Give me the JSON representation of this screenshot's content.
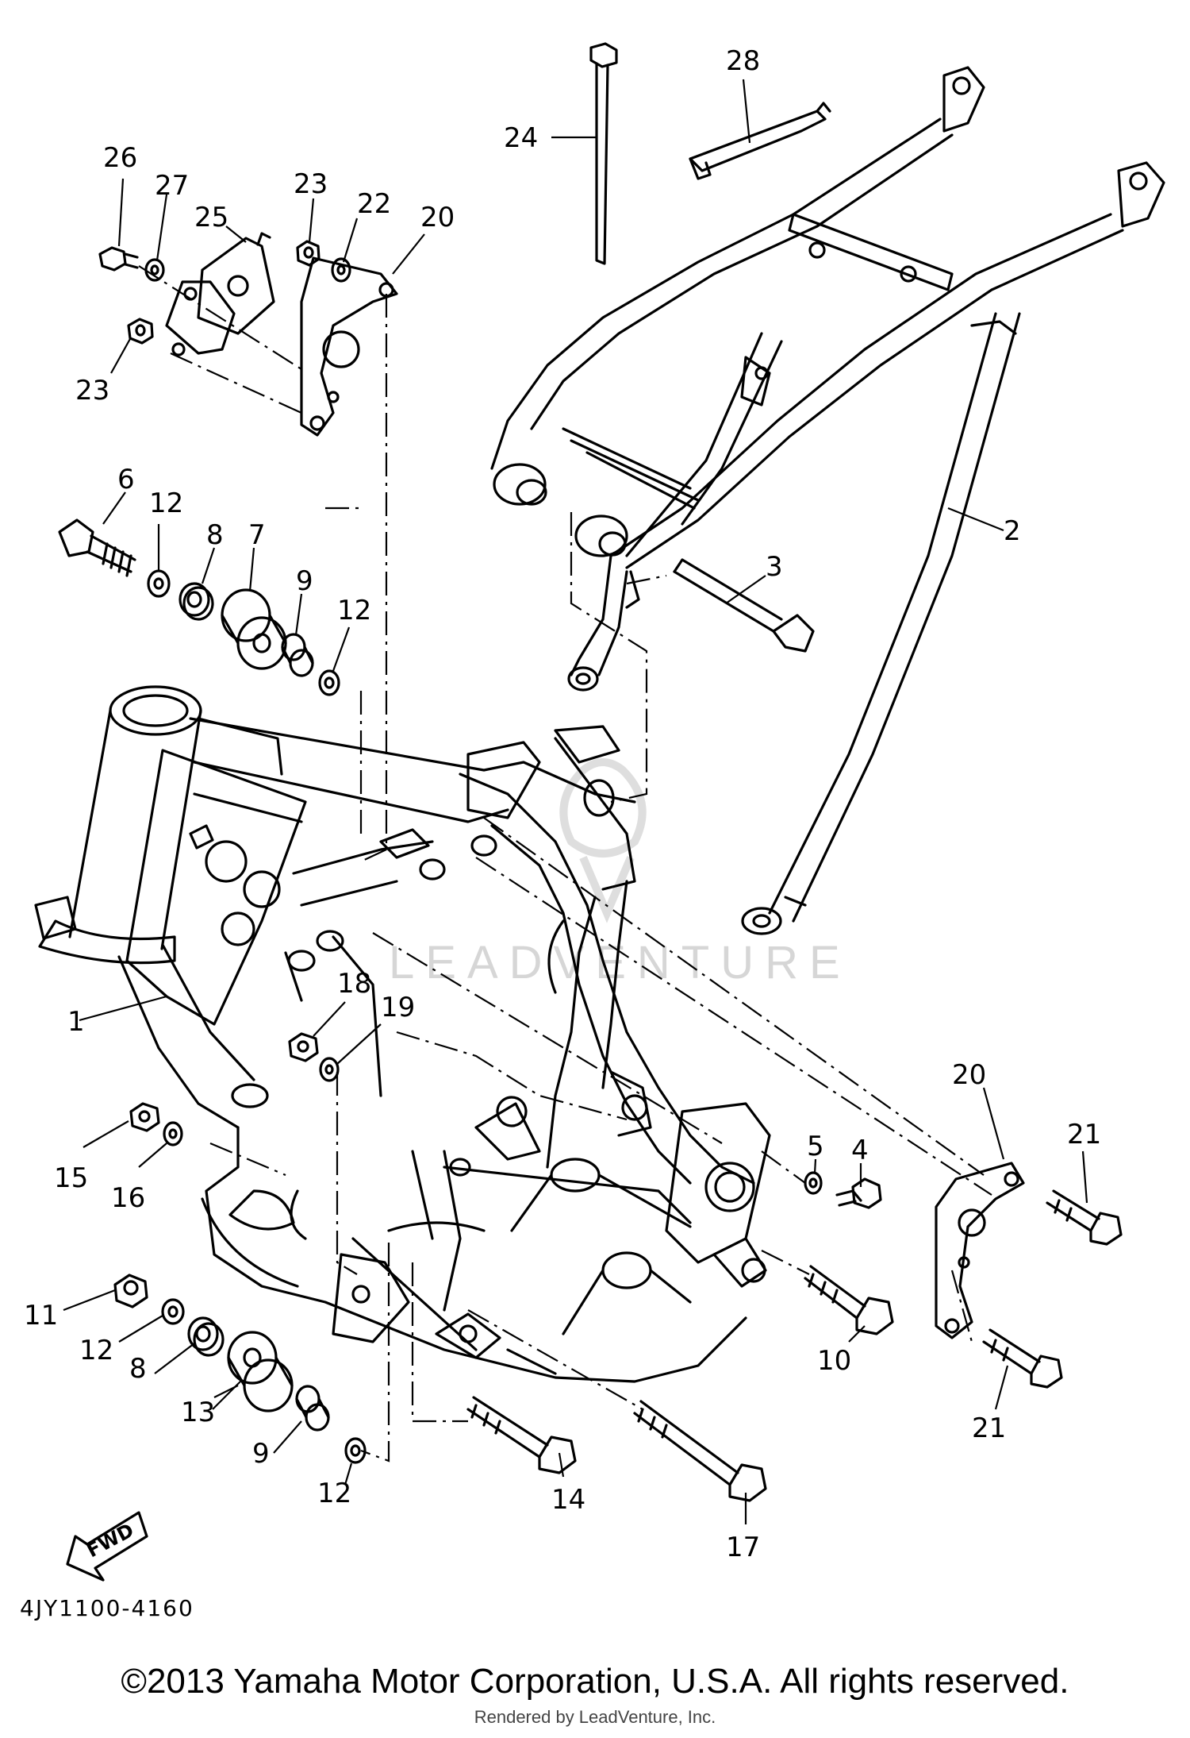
{
  "diagram": {
    "code": "4JY1100-4160",
    "fwd_label": "FWD",
    "watermark": "LEADVENTURE",
    "callouts": [
      {
        "id": "c1",
        "label": "1"
      },
      {
        "id": "c2",
        "label": "2"
      },
      {
        "id": "c3",
        "label": "3"
      },
      {
        "id": "c4",
        "label": "4"
      },
      {
        "id": "c5",
        "label": "5"
      },
      {
        "id": "c6",
        "label": "6"
      },
      {
        "id": "c7",
        "label": "7"
      },
      {
        "id": "c8a",
        "label": "8"
      },
      {
        "id": "c8b",
        "label": "8"
      },
      {
        "id": "c9a",
        "label": "9"
      },
      {
        "id": "c9b",
        "label": "9"
      },
      {
        "id": "c10",
        "label": "10"
      },
      {
        "id": "c11",
        "label": "11"
      },
      {
        "id": "c12a",
        "label": "12"
      },
      {
        "id": "c12b",
        "label": "12"
      },
      {
        "id": "c12c",
        "label": "12"
      },
      {
        "id": "c12d",
        "label": "12"
      },
      {
        "id": "c13",
        "label": "13"
      },
      {
        "id": "c14",
        "label": "14"
      },
      {
        "id": "c15",
        "label": "15"
      },
      {
        "id": "c16",
        "label": "16"
      },
      {
        "id": "c17",
        "label": "17"
      },
      {
        "id": "c18",
        "label": "18"
      },
      {
        "id": "c19",
        "label": "19"
      },
      {
        "id": "c20a",
        "label": "20"
      },
      {
        "id": "c20b",
        "label": "20"
      },
      {
        "id": "c21a",
        "label": "21"
      },
      {
        "id": "c21b",
        "label": "21"
      },
      {
        "id": "c22",
        "label": "22"
      },
      {
        "id": "c23a",
        "label": "23"
      },
      {
        "id": "c23b",
        "label": "23"
      },
      {
        "id": "c24",
        "label": "24"
      },
      {
        "id": "c25",
        "label": "25"
      },
      {
        "id": "c26",
        "label": "26"
      },
      {
        "id": "c27",
        "label": "27"
      },
      {
        "id": "c28",
        "label": "28"
      }
    ]
  },
  "footer": {
    "copyright": "©2013 Yamaha Motor Corporation, U.S.A. All rights reserved.",
    "rendered_by": "Rendered by LeadVenture, Inc."
  }
}
